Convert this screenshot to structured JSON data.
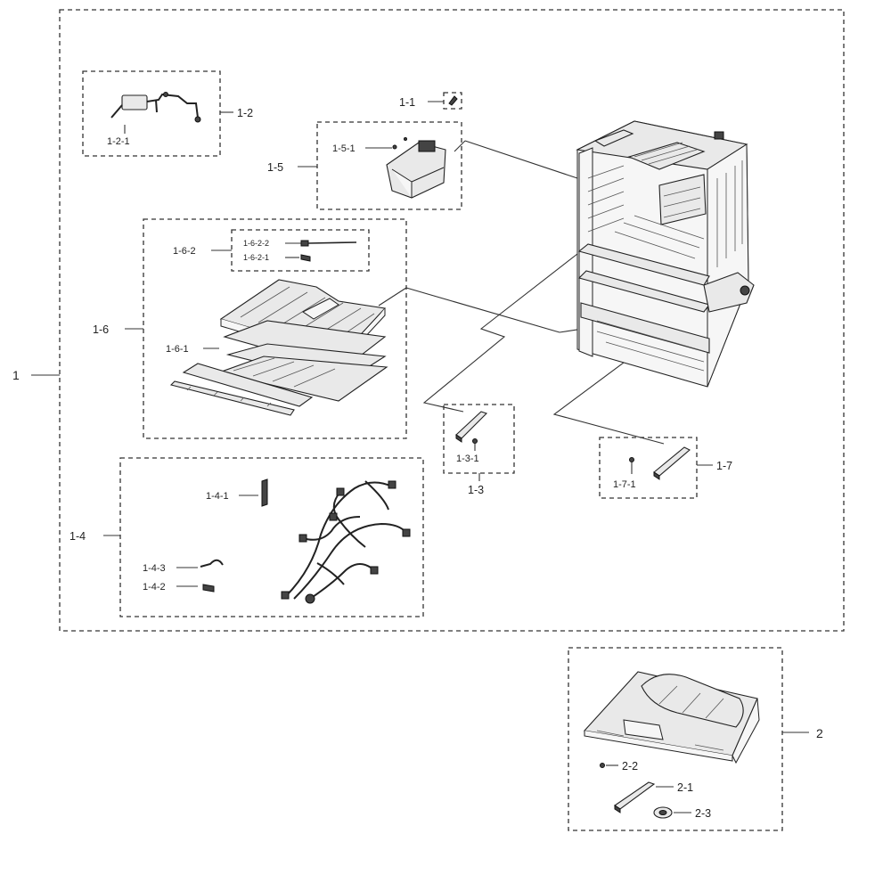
{
  "labels": {
    "l_1": "1",
    "l_1_1": "1-1",
    "l_1_2": "1-2",
    "l_1_2_1": "1-2-1",
    "l_1_3": "1-3",
    "l_1_3_1": "1-3-1",
    "l_1_4": "1-4",
    "l_1_4_1": "1-4-1",
    "l_1_4_2": "1-4-2",
    "l_1_4_3": "1-4-3",
    "l_1_5": "1-5",
    "l_1_5_1": "1-5-1",
    "l_1_6": "1-6",
    "l_1_6_1": "1-6-1",
    "l_1_6_2": "1-6-2",
    "l_1_6_2_1": "1-6-2-1",
    "l_1_6_2_2": "1-6-2-2",
    "l_1_7": "1-7",
    "l_1_7_1": "1-7-1",
    "l_2": "2",
    "l_2_1": "2-1",
    "l_2_2": "2-2",
    "l_2_3": "2-3"
  }
}
